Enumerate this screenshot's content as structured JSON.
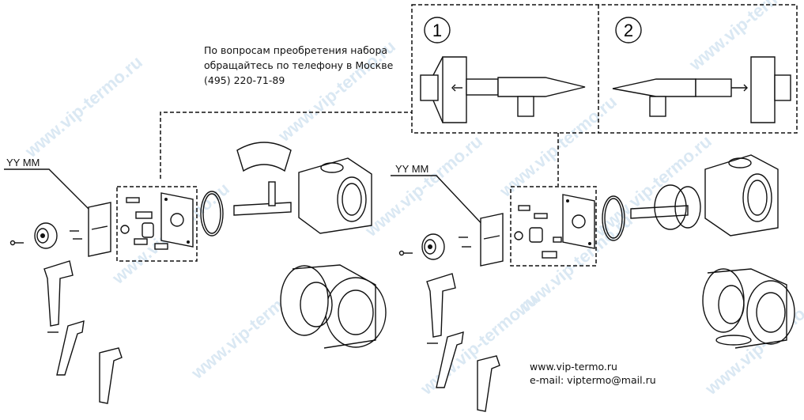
{
  "contact": {
    "line1": "По вопросам преобретения набора",
    "line2": "обращайтесь по телефону в Москве",
    "line3": "(495) 220-71-89"
  },
  "web": {
    "site": "www.vip-termo.ru",
    "email": "e-mail: viptermo@mail.ru"
  },
  "labels": {
    "yy_left": "YY MM",
    "yy_right": "YY MM",
    "step1": "1",
    "step2": "2"
  },
  "watermark": "www.vip-termo.ru"
}
